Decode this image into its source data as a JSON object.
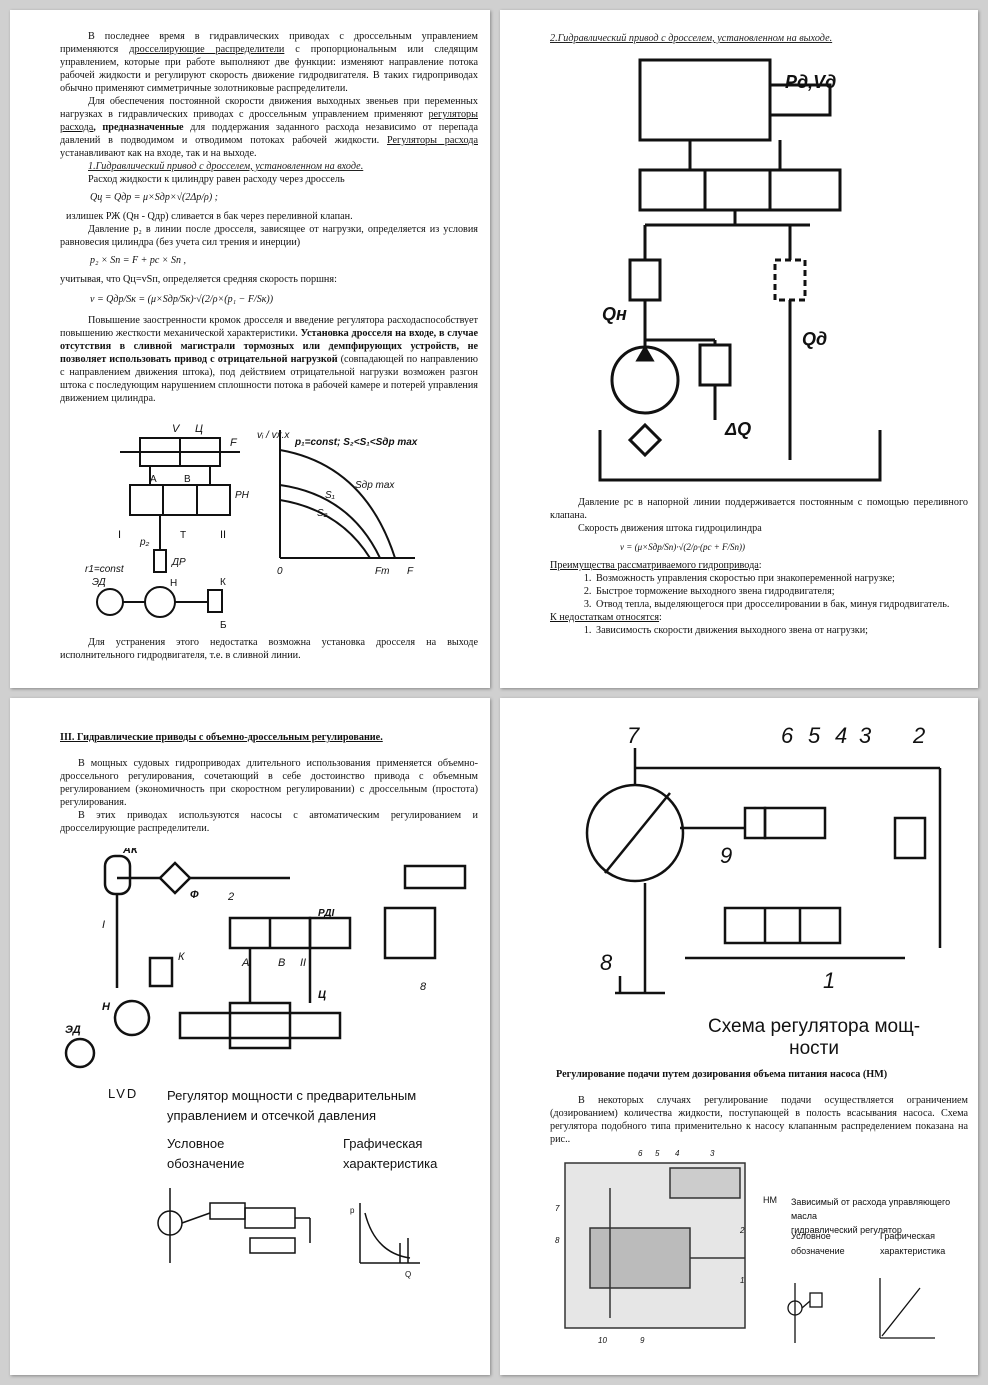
{
  "page1": {
    "p1_a": "В последнее время в гидравлических приводах с дроссельным управлением применяются ",
    "p1_link": "дросселирующие распределители",
    "p1_b": " с пропорциональным или следящим управлением, которые при работе выполняют две функции: изменяют направление потока рабочей жидкости и регулируют скорость движение гидродвигателя. В таких гидроприводах обычно применяют симметричные золотниковые распределители.",
    "p2_a": "Для обеспечения постоянной скорости движения выходных звеньев при переменных нагрузках в гидравлических приводах с дроссельным управлением применяют ",
    "p2_link": "регуляторы расхода",
    "p2_bold": ", предназначенные",
    "p2_b": " для поддержания заданного расхода независимо от перепада давлений в подводимом и отводимом потоках рабочей жидкости. ",
    "p2_link2": "Регуляторы расхода",
    "p2_c": " устанавливают как на входе, так и на выходе.",
    "heading1": "1.Гидравлический привод с дросселем, установленном на входе.",
    "p3": "Расход жидкости к цилиндру равен расходу через дроссель",
    "formula1": "Qц = Qдр = μ×Sдр×√(2Δp/ρ) ;",
    "p4": "излишек РЖ (Qн - Qдр) сливается в бак через переливной клапан.",
    "p5": "Давление p₂ в линии после дросселя, зависящее от нагрузки, определяется из условия равновесия цилиндра (без учета сил трения и инерции)",
    "formula2": "p₂ × Sп = F + pс × Sп ,",
    "p6": "учитывая, что Qц=vSп, определяется средняя скорость поршня:",
    "formula3": "v = Qдр/Sк = (μ×Sдр/Sк)·√(2/ρ×(p₁ − F/Sк))",
    "p7_a": "Повышение заостренности кромок дросселя и введение регулятора расходаспособствует повышению жесткости механической характеристики. ",
    "p7_bold": "Установка дросселя на входе, в случае отсутствия в сливной магистрали тормозных или демпфирующих устройств, не позволяет использовать привод с отрицательной нагрузкой",
    "p7_b": " (совпадающей по направлению с направлением движения штока), под действием отрицательной нагрузки возможен разгон штока с последующим нарушением сплошности потока в рабочей камере и потерей управления движением цилиндра.",
    "fig_labels": {
      "v": "V",
      "c": "Ц",
      "f": "F",
      "a": "A",
      "b": "B",
      "ph": "PH",
      "i": "I",
      "ii": "II",
      "p2": "p₂",
      "t": "T",
      "r": "r1=const",
      "dr": "ДР",
      "n": "Н",
      "ed": "ЭД",
      "k": "К",
      "bb": "Б"
    },
    "graph_labels": {
      "ylabel": "vᵢ / vx.x",
      "title": "p₁=const; S₂<S₁<Sдр max",
      "s_max": "Sдр max",
      "s1": "S₁",
      "s2": "S₂",
      "origin": "0",
      "ft": "Fт",
      "x": "F"
    },
    "p8": "Для устранения этого недостатка возможна установка дросселя на выходе исполнительного гидродвигателя, т.е. в сливной линии."
  },
  "page2": {
    "heading": "2.Гидравлический привод с дросселем, установленном на выходе.",
    "fig_labels": {
      "pv": "Pд,Vд",
      "qn": "Qн",
      "qd": "Qд",
      "dq": "ΔQ"
    },
    "p1": "Давление pс в напорной линии поддерживается постоянным с помощью переливного клапана.",
    "p2": "Скорость движения штока гидроцилиндра",
    "formula": "v = (μ×Sдр/Sп)·√(2/ρ·(pс + F/Sп))",
    "adv_title": "Преимущества рассматриваемого гидропривода",
    "adv": [
      "Возможность управления скоростью при знакопеременной нагрузке;",
      "Быстрое торможение выходного звена гидродвигателя;",
      "Отвод тепла, выделяющегося при дросселировании в бак, минуя гидродвигатель."
    ],
    "dis_title": "К недостаткам относятся",
    "dis": [
      "Зависимость скорости движения выходного звена от нагрузки;"
    ]
  },
  "page3": {
    "heading": "III. Гидравлические приводы с объемно-дроссельным регулирование.",
    "p1": "В мощных судовых гидроприводах длительного использования применяется объемно-дроссельного регулирования, сочетающий в себе достоинство привода с объемным регулированием (экономичность при скоростном регулировании) с дроссельным (простота) регулирования.",
    "p2": "В этих приводах используются насосы с автоматическим регулированием и дросселирующие распределители.",
    "fig_labels": {
      "ak": "АК",
      "f": "Ф",
      "two": "2",
      "i": "I",
      "k": "К",
      "pdi": "РДI",
      "a": "А",
      "b": "В",
      "ii": "II",
      "n": "Н",
      "ed": "ЭД",
      "c": "Ц",
      "eight": "8"
    },
    "lvd": {
      "code": "LVD",
      "title1": "Регулятор мощности с предварительным",
      "title2": "управлением и отсечкой давления",
      "symbol1": "Условное",
      "symbol2": "обозначение",
      "graph1": "Графическая",
      "graph2": "характеристика",
      "p": "p",
      "q": "Q"
    }
  },
  "page4": {
    "fig_numbers": [
      "7",
      "6",
      "5",
      "4",
      "3",
      "2",
      "9",
      "8",
      "1"
    ],
    "fig_caption1": "Схема  регулятора  мощ-",
    "fig_caption2": "ности",
    "heading": "Регулирование подачи путем дозирования объема питания насоса (НМ)",
    "p1": "В некоторых случаях регулирование подачи осуществляется ограничением (дозированием) количества жидкости, поступающей в полость всасывания насоса. Схема регулятора подобного типа применительно к насосу клапанным распределением показана на рис..",
    "fig2_numbers": [
      "6",
      "5",
      "4",
      "3",
      "7",
      "8",
      "2",
      "1",
      "10",
      "9"
    ],
    "hm": {
      "code": "НМ",
      "title1": "Зависимый от расхода управляющего масла",
      "title2": "гидравлический регулятор",
      "symbol1": "Условное",
      "symbol2": "обозначение",
      "graph1": "Графическая",
      "graph2": "характеристика"
    }
  }
}
